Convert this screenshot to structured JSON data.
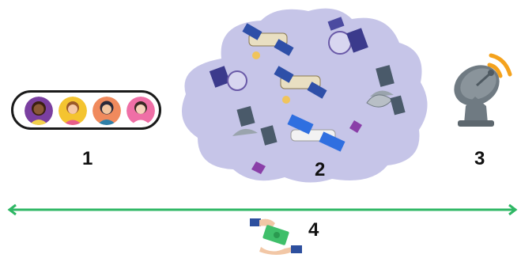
{
  "labels": {
    "users": "1",
    "satellites": "2",
    "ground_station": "3",
    "payment": "4"
  },
  "icons": {
    "users": [
      "avatar-icon",
      "avatar-icon",
      "avatar-icon",
      "avatar-icon"
    ],
    "cloud": "cloud-icon",
    "satellites": [
      "satellite-icon",
      "space-station-icon",
      "solar-panel-icon",
      "radar-dish-icon"
    ],
    "ground_station": "satellite-dish-icon",
    "arrow": "double-arrow-icon",
    "payment": "money-hand-icon"
  },
  "colors": {
    "cloud": "#c6c5e8",
    "arrow": "#2fb765",
    "dish_signal": "#f4a21d",
    "dish_body": "#6f7a82",
    "avatar_1": "#7a3fa0",
    "avatar_2": "#f4c430",
    "avatar_3": "#f08a5d",
    "avatar_4": "#ef6fa6"
  }
}
